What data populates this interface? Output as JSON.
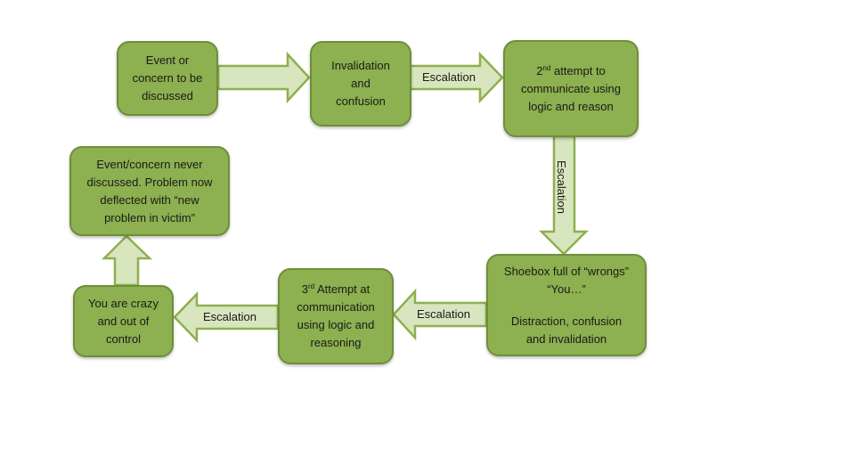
{
  "nodes": {
    "event": [
      "Event or",
      "concern to be",
      "discussed"
    ],
    "invalidation": [
      "Invalidation",
      "and",
      "confusion"
    ],
    "second_attempt": {
      "num": "2",
      "sup": "nd",
      "rest": " attempt to",
      "lines": [
        "communicate using",
        "logic and reason"
      ]
    },
    "shoebox": {
      "line1": "Shoebox full of “wrongs”",
      "line2": "“You…”",
      "line3": "Distraction, confusion",
      "line4": "and invalidation"
    },
    "third_attempt": {
      "num": "3",
      "sup": "rd",
      "rest": " Attempt at",
      "lines": [
        "communication",
        "using logic and",
        "reasoning"
      ]
    },
    "crazy": [
      "You are crazy",
      "and out of",
      "control"
    ],
    "never_discussed": [
      "Event/concern never",
      "discussed.  Problem now",
      "deflected with “new",
      "problem in victim”"
    ]
  },
  "edges": {
    "invalidation_to_second": "Escalation",
    "second_to_shoebox": "Escalation",
    "shoebox_to_third": "Escalation",
    "third_to_crazy": "Escalation"
  },
  "colors": {
    "box_fill": "#8db050",
    "box_border": "#6e8f3a",
    "arrow_fill": "#d8e6bf",
    "arrow_border": "#8db050"
  }
}
